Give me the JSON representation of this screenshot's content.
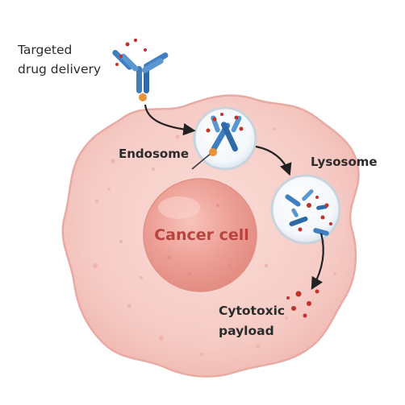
{
  "labels": {
    "targeted_line1": "Targeted",
    "targeted_line2": "drug delivery",
    "endosome": "Endosome",
    "lysosome": "Lysosome",
    "cancer_cell": "Cancer cell",
    "payload_line1": "Cytotoxic",
    "payload_line2": "payload"
  },
  "icons": {
    "antibody": "antibody-drug-conjugate-icon",
    "payload": "payload-star-icon"
  },
  "colors": {
    "cell_fill": "#f6cdc8",
    "cell_stroke": "#e7aea7",
    "nucleus_fill": "#efa79e",
    "antibody_blue": "#3f7fc0",
    "payload_red": "#c0322a",
    "linker_orange": "#e8923a",
    "arrow": "#222222"
  }
}
